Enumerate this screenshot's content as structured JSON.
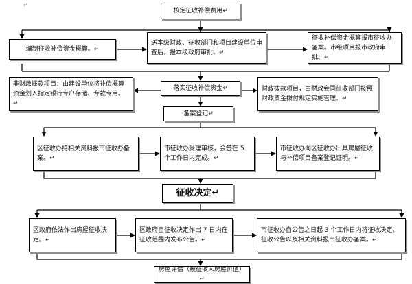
{
  "flowchart": {
    "corner_mark": "↵",
    "steps": {
      "determine_fees": "核定征收补偿费用↵",
      "compile_budget": "编制征收补偿资金概算。↵",
      "submit_review": "送本级财政、征收部门和项目建设单位审查后，报本级政府审批。↵",
      "budget_filing": "征收补偿资金概算报市征收办备案。市级项目报市政府审批。↵",
      "non_fiscal": "非财政拨款项目：由建设单位将补偿概算资金划入指定银行专户存储、专款专用。↵",
      "implement_funds": "落实征收补偿资金↵",
      "fiscal": "财政拨款项目，由财政会同征收部门按照财政资金拨付规定实施管理。↵",
      "filing": "备案登记↵",
      "district_report": "区征收办持相关资料报市征收办备案。↵",
      "city_review": "市征收办受理审核，会签在 5 个工作日内完成。↵",
      "issue_certificate": "市征收办向区征收办出具房屋征收与补偿项目备案登记证明。↵",
      "decision": "征收决定↵",
      "district_decision": "区政府依法作出房屋征收决定。↵",
      "publish_notice": "区政府自征收决定作出 7 日内在征收范围内发布公告。↵",
      "report_filing": "市征收办自公告之日起 3 个工作日内将征收决定、征收公告以及相关资料报市征收办备案。↵",
      "valuation": "房屋评估（被征收人房屋价值）↵"
    }
  }
}
